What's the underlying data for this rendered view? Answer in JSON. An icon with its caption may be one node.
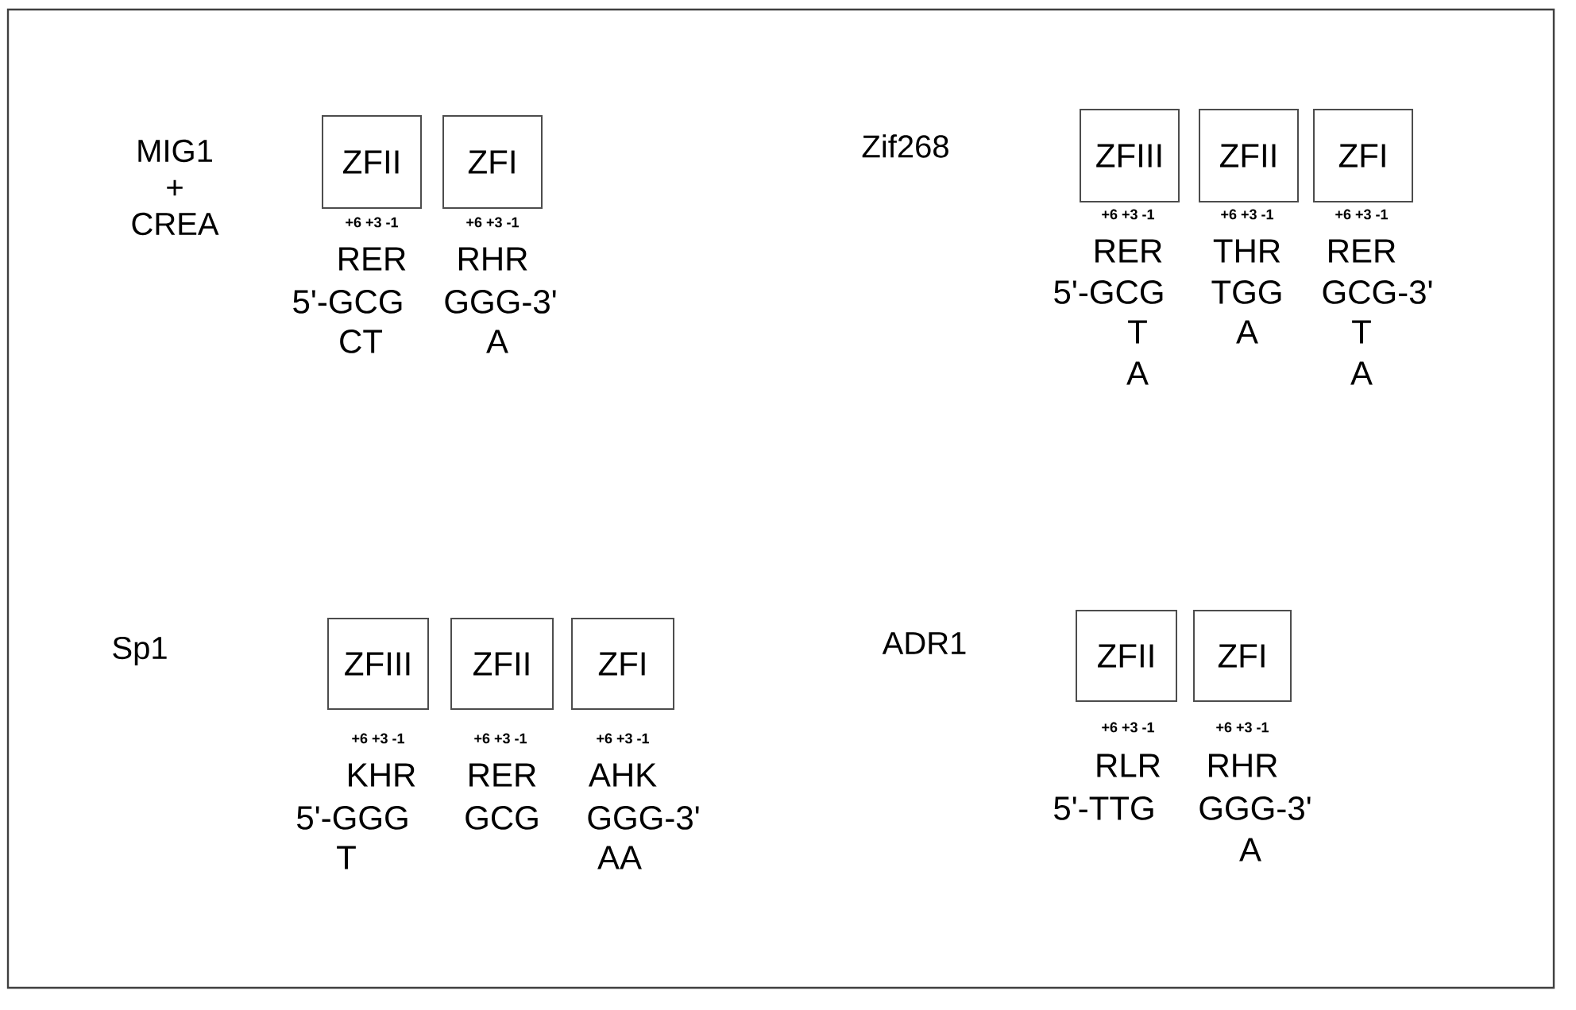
{
  "diagram": {
    "nodes": [
      {
        "text": [
          "ZFII"
        ]
      },
      {
        "text": [
          "ZFI"
        ]
      },
      {
        "text": [
          "ZFIII"
        ]
      },
      {
        "text": [
          "ZFII"
        ]
      },
      {
        "text": [
          "ZFI"
        ]
      },
      {
        "text": [
          "ZFIII"
        ]
      },
      {
        "text": [
          "ZFII"
        ]
      },
      {
        "text": [
          "ZFI"
        ]
      },
      {
        "text": [
          "ZFII"
        ]
      },
      {
        "text": [
          "ZFI"
        ]
      }
    ],
    "labels": [
      "MIG1 + CREA",
      "+6 +3 -1",
      "+6 +3 -1",
      "RER",
      "RHR",
      "5'-GCG",
      "GGG-3'",
      "CT",
      "A",
      "Zif268",
      "+6 +3 -1",
      "+6 +3 -1",
      "+6 +3 -1",
      "RER",
      "THR",
      "RER",
      "5'-GCG",
      "TGG",
      "GCG-3'",
      "T",
      "A",
      "T",
      "A",
      "A",
      "Sp1",
      "+6 +3 -1",
      "+6 +3 -1",
      "+6 +3 -1",
      "KHR",
      "RER",
      "AHK",
      "5'-GGG",
      "GCG",
      "GGG-3'",
      "T",
      "AA",
      "ADR1",
      "+6 +3 -1",
      "+6 +3 -1",
      "RLR",
      "RHR",
      "5'-TTG",
      "GGG-3'",
      "A"
    ]
  }
}
